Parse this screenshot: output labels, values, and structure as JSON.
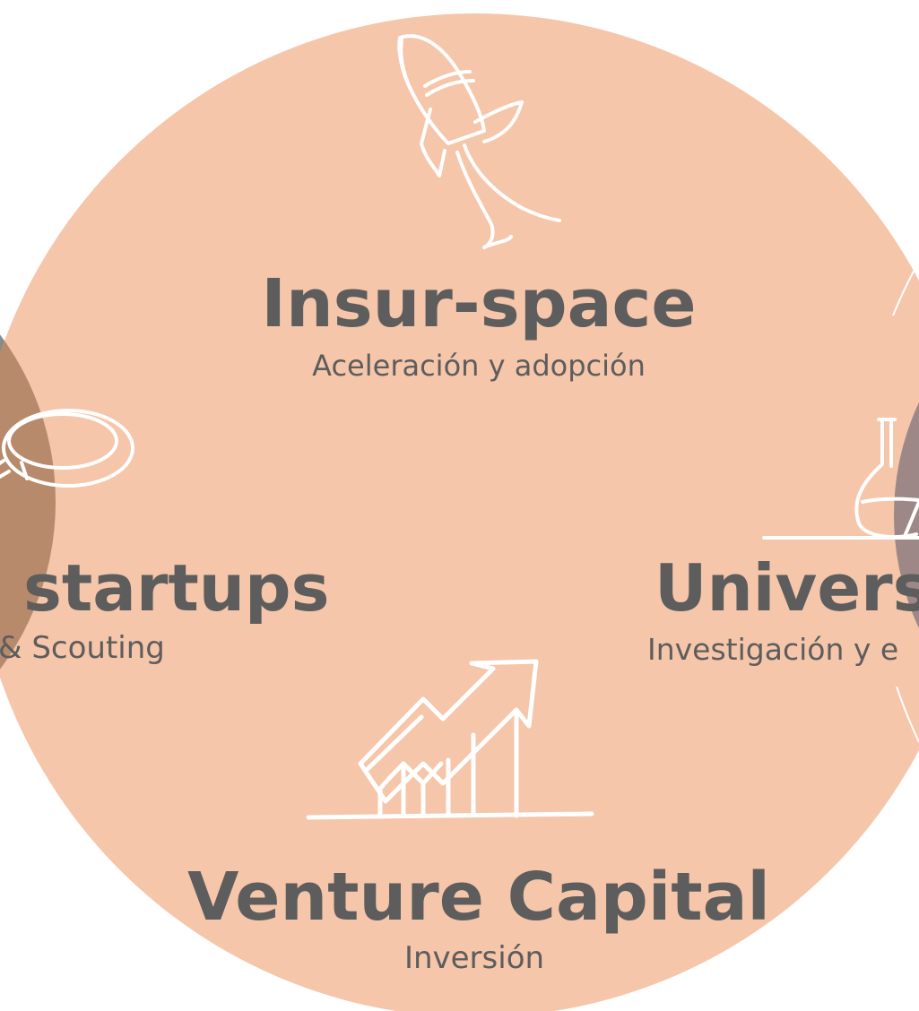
{
  "colors": {
    "background": "#ffffff",
    "center_circle": "#f5c6a9",
    "left_circle": "#8a8a88",
    "left_overlap": "#b88a6c",
    "right_circle": "#9e8787",
    "text": "#5d5d5d",
    "icon_stroke": "#ffffff"
  },
  "nodes": {
    "insurspace": {
      "title": "Insur-space",
      "subtitle": "Aceleración y adopción",
      "icon": "rocket-icon"
    },
    "startups": {
      "title": "startups",
      "subtitle": "& Scouting",
      "icon": "magnifying-glass-icon"
    },
    "universities": {
      "title": "Univers",
      "subtitle": "Investigación y e",
      "icon": "flask-icon"
    },
    "venture": {
      "title": "Venture Capital",
      "subtitle": "Inversión",
      "icon": "growth-chart-icon"
    }
  }
}
